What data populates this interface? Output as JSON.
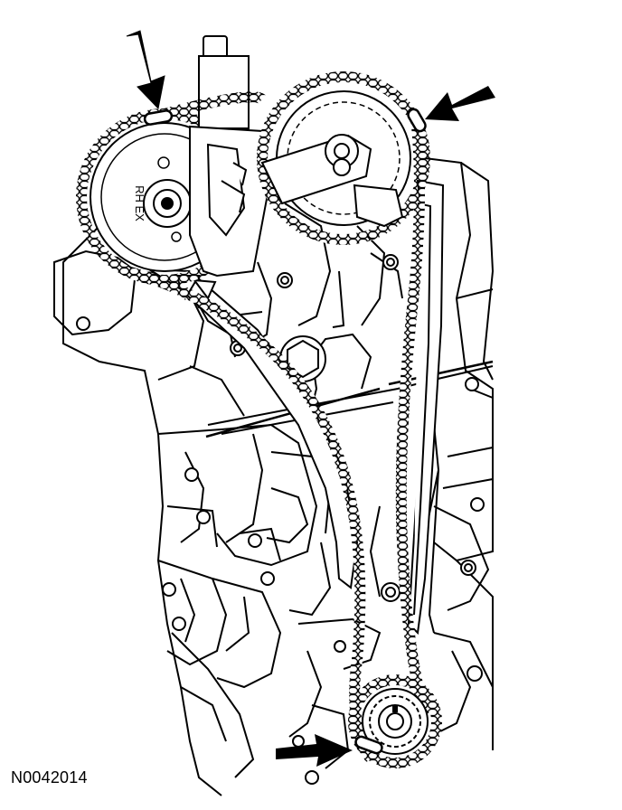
{
  "figure": {
    "id_label": "N0042014",
    "sprocket_stamp": "RH EX",
    "line_color": "#000000",
    "background": "#ffffff"
  },
  "callouts": [
    {
      "name": "arrow-exhaust-cam-link",
      "direction": "down"
    },
    {
      "name": "arrow-intake-cam-link",
      "direction": "down-left"
    },
    {
      "name": "arrow-crank-link",
      "direction": "right"
    }
  ]
}
